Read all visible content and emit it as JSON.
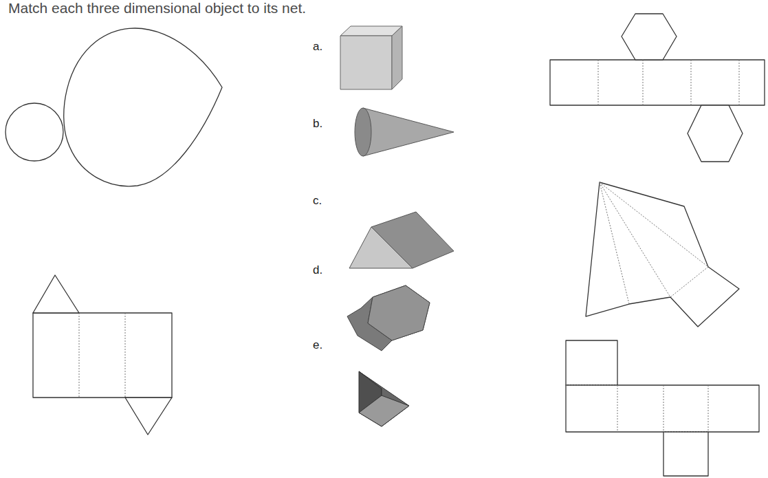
{
  "diagram": {
    "title": "Match each three dimensional object to its net.",
    "labels": [
      "a.",
      "b.",
      "c.",
      "d.",
      "e."
    ]
  }
}
